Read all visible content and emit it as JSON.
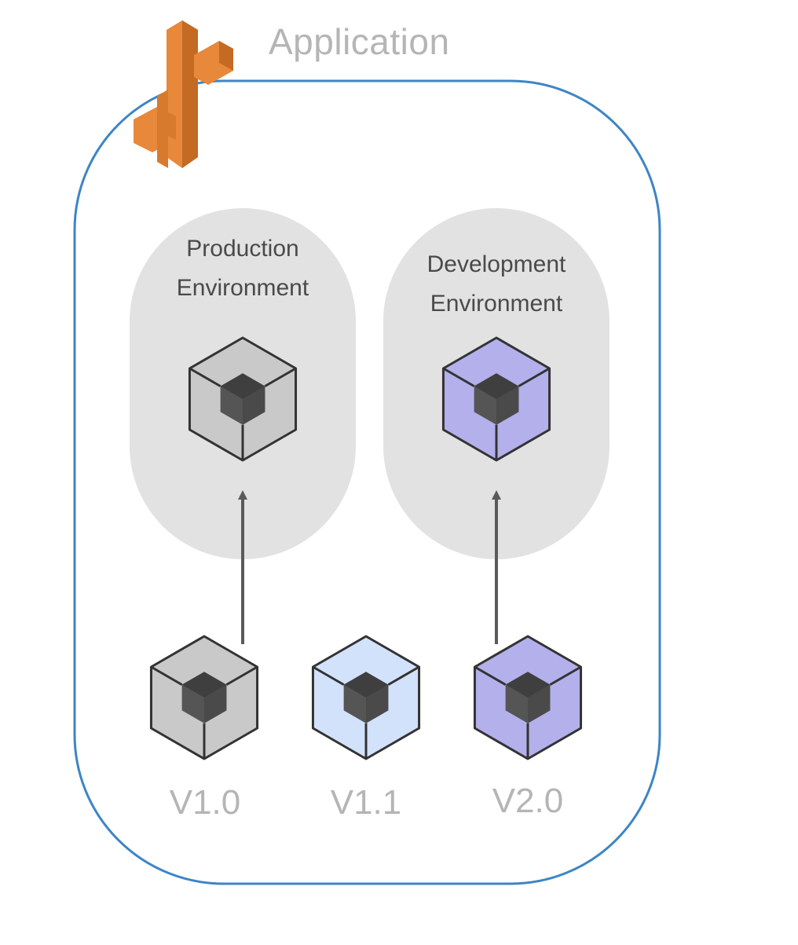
{
  "application": {
    "title": "Application",
    "logo_icon": "aws-elastic-beanstalk-icon",
    "border_color": "#3d85c6"
  },
  "environments": [
    {
      "line1": "Production",
      "line2": "Environment",
      "deployed_version": "V1.0",
      "icon": "package-cube-icon",
      "cube_color": "#c9c9c9"
    },
    {
      "line1": "Development",
      "line2": "Environment",
      "deployed_version": "V2.0",
      "icon": "package-cube-icon",
      "cube_color": "#b3b0ec"
    }
  ],
  "versions": [
    {
      "label": "V1.0",
      "icon": "package-cube-icon",
      "cube_color": "#c9c9c9"
    },
    {
      "label": "V1.1",
      "icon": "package-cube-icon",
      "cube_color": "#d3e2fb"
    },
    {
      "label": "V2.0",
      "icon": "package-cube-icon",
      "cube_color": "#b3b0ec"
    }
  ],
  "colors": {
    "environment_fill": "#e2e2e2",
    "arrow": "#5a5a5a",
    "cube_outline": "#333333",
    "cube_inner": "#555555",
    "logo": "#e8883a"
  }
}
